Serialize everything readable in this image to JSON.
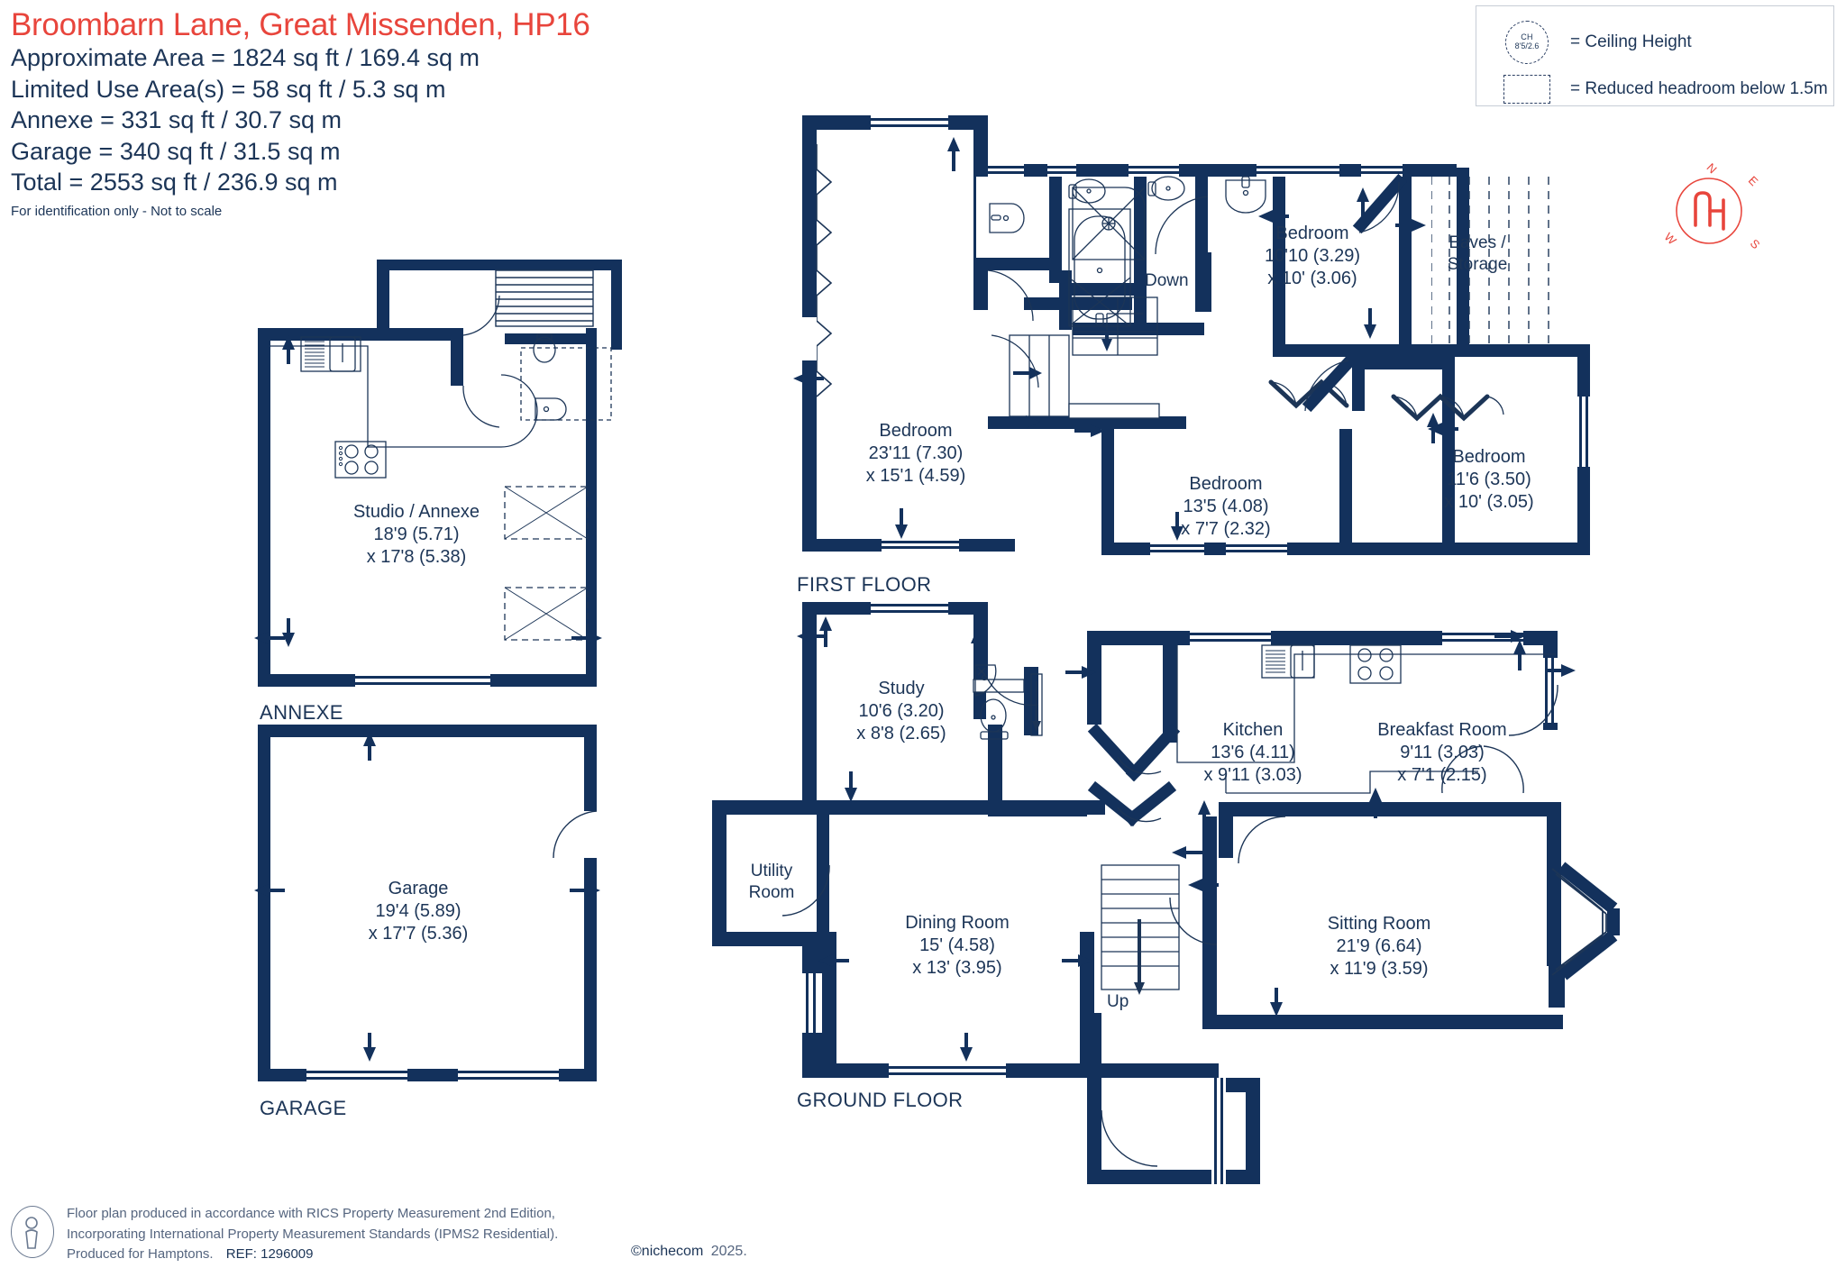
{
  "header": {
    "title": "Broombarn Lane, Great Missenden, HP16",
    "areas": [
      "Approximate Area = 1824 sq ft / 169.4 sq m",
      "Limited Use Area(s) = 58 sq ft / 5.3 sq m",
      "Annexe = 331 sq ft / 30.7 sq m",
      "Garage = 340 sq ft / 31.5 sq m",
      "Total = 2553 sq ft / 236.9 sq m"
    ],
    "disclaimer": "For identification only - Not to scale",
    "title_color": "#e8453c",
    "text_color": "#1c3557"
  },
  "legend": {
    "ceiling_height": {
      "symbol_top": "CH",
      "symbol_bottom": "8'5/2.6",
      "label": "= Ceiling Height"
    },
    "reduced_headroom": {
      "label": "= Reduced headroom below 1.5m"
    }
  },
  "compass": {
    "n": "N",
    "e": "E",
    "s": "S",
    "w": "W",
    "color": "#e8453c"
  },
  "floors": {
    "annexe_label": "ANNEXE",
    "garage_label": "GARAGE",
    "first_label": "FIRST FLOOR",
    "ground_label": "GROUND FLOOR"
  },
  "rooms": {
    "annexe": {
      "name": "Studio / Annexe",
      "d1": "18'9 (5.71)",
      "d2": "x 17'8 (5.38)"
    },
    "garage": {
      "name": "Garage",
      "d1": "19'4 (5.89)",
      "d2": "x 17'7 (5.36)"
    },
    "bed_main": {
      "name": "Bedroom",
      "d1": "23'11 (7.30)",
      "d2": "x 15'1 (4.59)"
    },
    "bed_top": {
      "name": "Bedroom",
      "d1": "10'10 (3.29)",
      "d2": "x 10' (3.06)"
    },
    "bed_mid": {
      "name": "Bedroom",
      "d1": "13'5 (4.08)",
      "d2": "x 7'7 (2.32)"
    },
    "bed_right": {
      "name": "Bedroom",
      "d1": "11'6 (3.50)",
      "d2": "x 10' (3.05)"
    },
    "eaves": {
      "line1": "Eaves /",
      "line2": "Storage"
    },
    "down": {
      "label": "Down"
    },
    "up": {
      "label": "Up"
    },
    "study": {
      "name": "Study",
      "d1": "10'6 (3.20)",
      "d2": "x 8'8 (2.65)"
    },
    "utility": {
      "line1": "Utility",
      "line2": "Room"
    },
    "dining": {
      "name": "Dining Room",
      "d1": "15' (4.58)",
      "d2": "x 13' (3.95)"
    },
    "kitchen": {
      "name": "Kitchen",
      "d1": "13'6 (4.11)",
      "d2": "x 9'11 (3.03)"
    },
    "breakfast": {
      "name": "Breakfast Room",
      "d1": "9'11 (3.03)",
      "d2": "x 7'1 (2.15)"
    },
    "sitting": {
      "name": "Sitting Room",
      "d1": "21'9 (6.64)",
      "d2": "x 11'9 (3.59)"
    }
  },
  "footer": {
    "line1": "Floor plan produced in accordance with RICS Property Measurement 2nd Edition,",
    "line2": "Incorporating International Property Measurement Standards (IPMS2 Residential).",
    "line3_a": "Produced for Hamptons.",
    "line3_ref": "REF:  1296009",
    "brand": "©nichecom",
    "brand_year": "2025."
  },
  "colors": {
    "wall": "#13315c",
    "ink": "#1c3557",
    "accent": "#e8453c",
    "thin": "#2b3f63"
  }
}
